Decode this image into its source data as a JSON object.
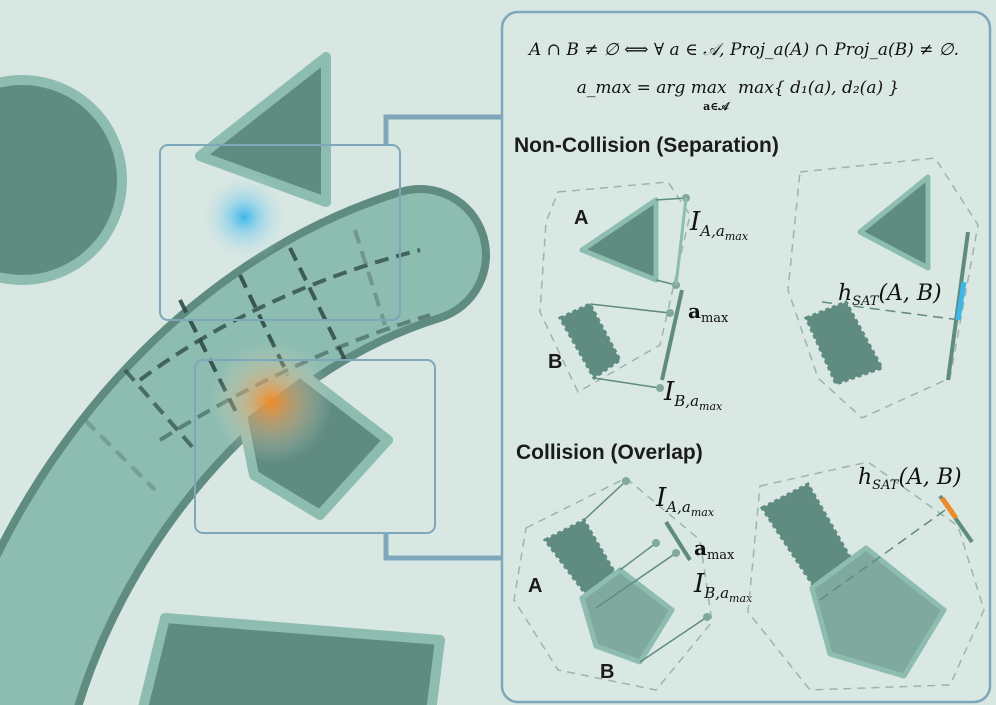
{
  "colors": {
    "background": "#d9e7e2",
    "shape_fill": "#5f8b81",
    "shape_fill_light": "#7fa99e",
    "shape_stroke": "#8dbcb0",
    "panel_stroke": "#7ea7bb",
    "separation_accent": "#3fb7e8",
    "overlap_accent": "#f08a24",
    "dashed": "#9ab5ae"
  },
  "formula": {
    "line1": "A ∩ B ≠ ∅  ⟺  ∀ a ∈ 𝒜,  Proj_a(A) ∩ Proj_a(B) ≠ ∅.",
    "line2_lhs": "a_max = arg max",
    "line2_sub": "a∈𝒜",
    "line2_rhs": "max{ d₁(a), d₂(a) }"
  },
  "non_collision": {
    "heading": "Non-Collision (Separation)",
    "label_a": "A",
    "label_b": "B",
    "interval_a": "I",
    "interval_a_sub": "A,a",
    "interval_a_subsub": "max",
    "interval_b": "I",
    "interval_b_sub": "B,a",
    "interval_b_subsub": "max",
    "axis_label": "a",
    "axis_label_sub": "max",
    "distance_label": "h",
    "distance_sub": "SAT",
    "distance_args": "(A, B)"
  },
  "collision": {
    "heading": "Collision (Overlap)",
    "label_a": "A",
    "label_b": "B",
    "interval_a": "I",
    "interval_a_sub": "A,a",
    "interval_a_subsub": "max",
    "interval_b": "I",
    "interval_b_sub": "B,a",
    "interval_b_subsub": "max",
    "axis_label": "a",
    "axis_label_sub": "max",
    "distance_label": "h",
    "distance_sub": "SAT",
    "distance_args": "(A, B)"
  }
}
